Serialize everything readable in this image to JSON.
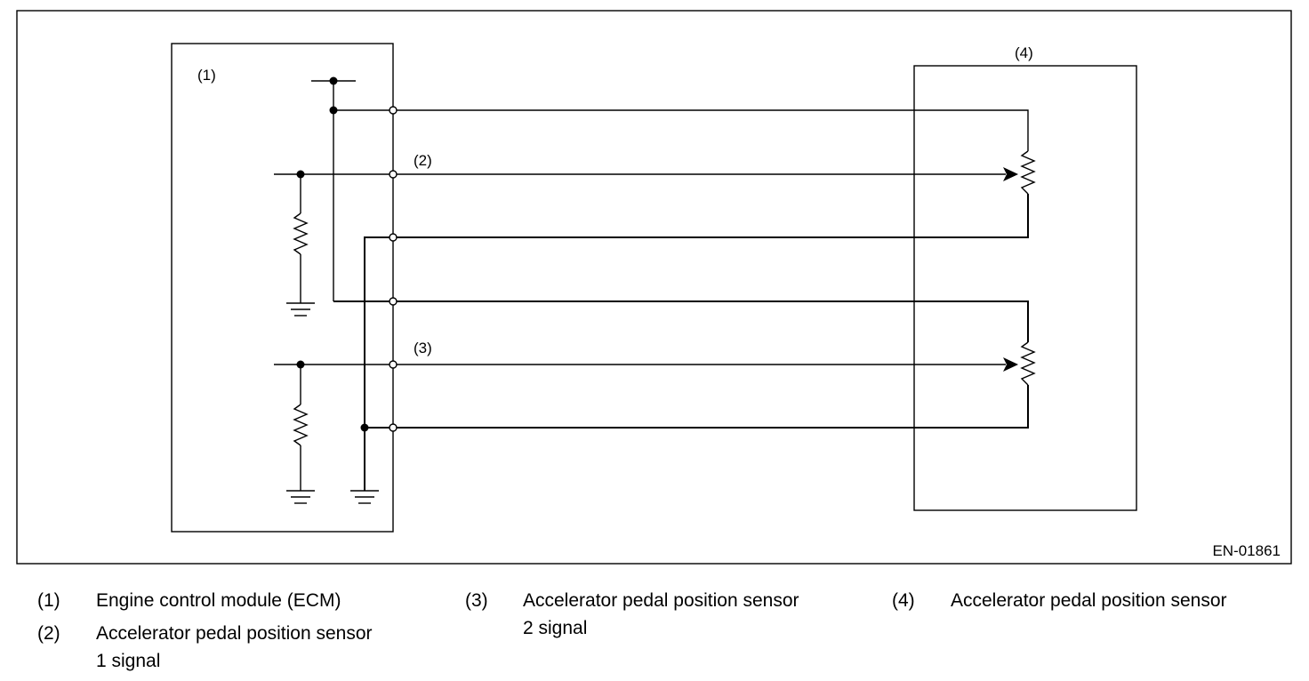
{
  "diagram": {
    "component_labels": {
      "ecm": "(1)",
      "signal_1": "(2)",
      "signal_2": "(3)",
      "sensor": "(4)"
    },
    "figure_code": "EN-01861"
  },
  "legend": [
    {
      "num": "(1)",
      "lines": [
        "Engine control module (ECM)"
      ]
    },
    {
      "num": "(2)",
      "lines": [
        "Accelerator pedal position sensor",
        "1 signal"
      ]
    },
    {
      "num": "(3)",
      "lines": [
        "Accelerator pedal position sensor",
        "2 signal"
      ]
    },
    {
      "num": "(4)",
      "lines": [
        "Accelerator pedal position sensor"
      ]
    }
  ]
}
